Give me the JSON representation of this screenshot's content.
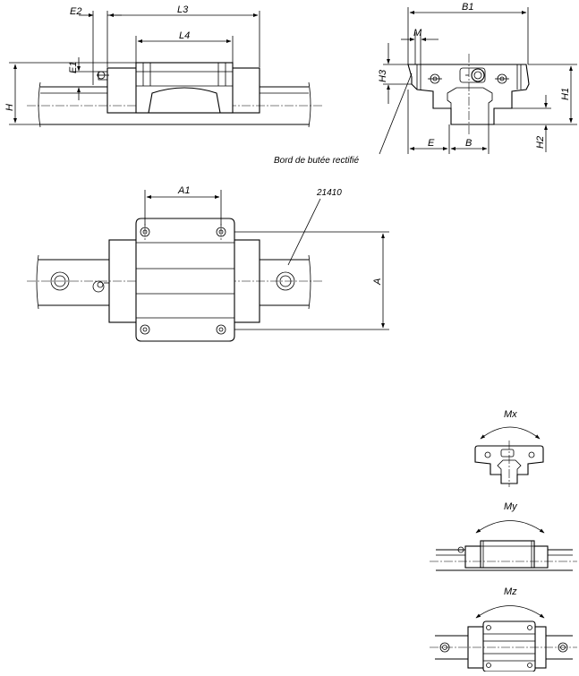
{
  "labels": {
    "e2": "E2",
    "l3": "L3",
    "l4": "L4",
    "e1": "E1",
    "h": "H",
    "b1": "B1",
    "m": "M",
    "h3": "H3",
    "h1": "H1",
    "h2": "H2",
    "e": "E",
    "b": "B",
    "ground_edge": "Bord de butée rectifié",
    "a1": "A1",
    "part_no": "21410",
    "a": "A",
    "mx": "Mx",
    "my": "My",
    "mz": "Mz"
  },
  "colors": {
    "line": "#000000",
    "background": "#ffffff"
  }
}
